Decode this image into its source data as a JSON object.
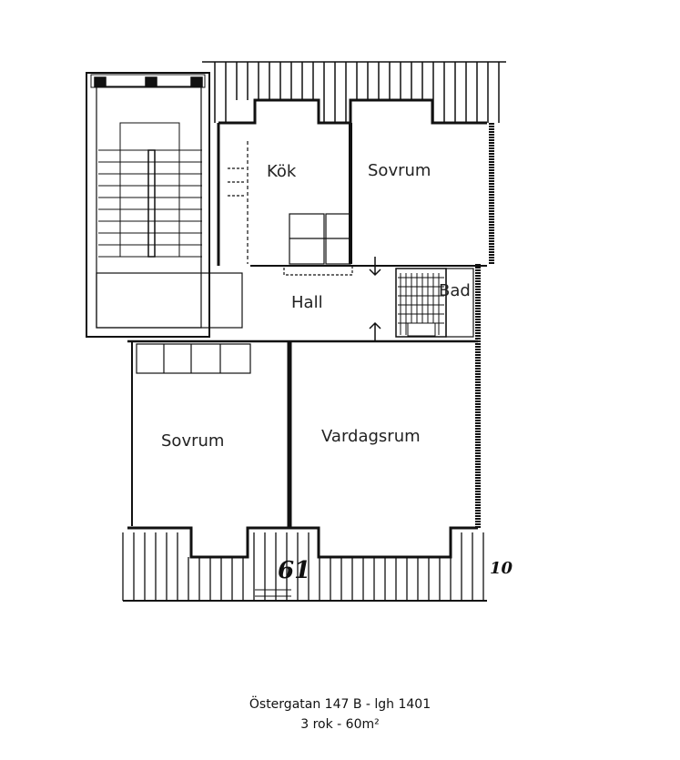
{
  "floorplan": {
    "rooms": [
      {
        "id": "kok",
        "label": "Kök"
      },
      {
        "id": "sovrum_top",
        "label": "Sovrum"
      },
      {
        "id": "hall",
        "label": "Hall"
      },
      {
        "id": "bad",
        "label": "Bad"
      },
      {
        "id": "sovrum_bottom",
        "label": "Sovrum"
      },
      {
        "id": "vardagsrum",
        "label": "Vardagsrum"
      }
    ],
    "annotations": {
      "number_61": "61",
      "number_10": "10"
    },
    "colors": {
      "line": "#111111",
      "background": "#ffffff"
    }
  },
  "caption": {
    "address": "Östergatan 147 B - lgh 1401",
    "summary": "3 rok - 60m²"
  }
}
